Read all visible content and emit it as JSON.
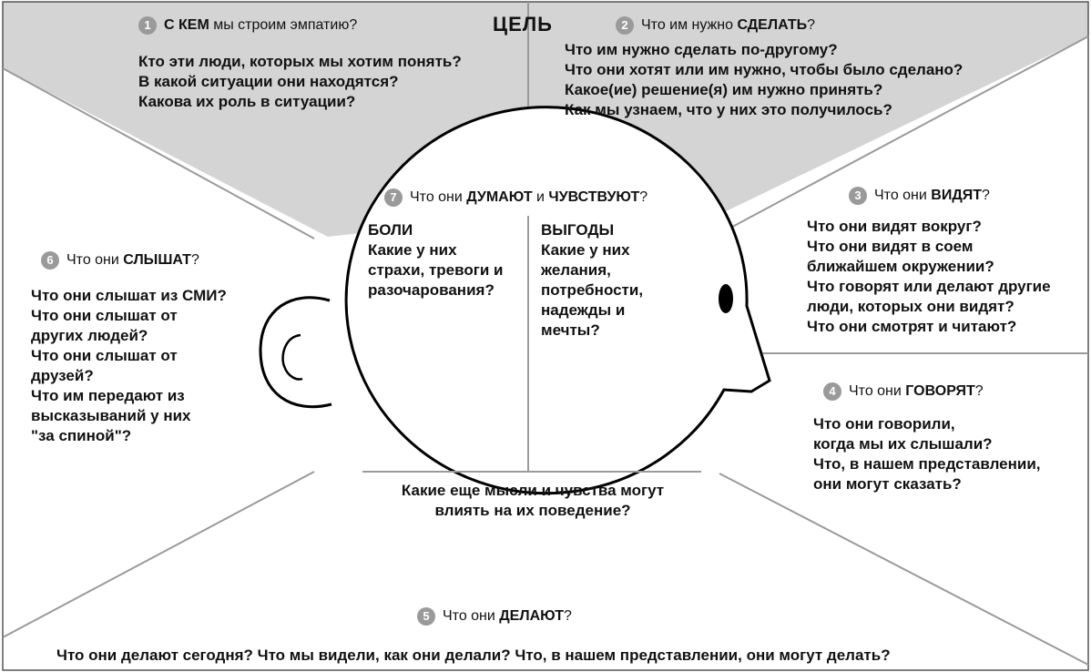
{
  "goal_label": "ЦЕЛЬ",
  "sections": {
    "who": {
      "number": "1",
      "prefix": "С",
      "emphasis": "КЕМ",
      "suffix": " мы строим эмпатию?",
      "questions": "Кто эти люди, которых мы хотим понять?\nВ какой ситуации они находятся?\nКакова их роль в ситуации?"
    },
    "do_goal": {
      "number": "2",
      "prefix": "Что им нужно ",
      "emphasis": "СДЕЛАТЬ",
      "suffix": "?",
      "questions": "Что им нужно сделать по-другому?\nЧто они хотят или им нужно, чтобы было сделано?\nКакое(ие) решение(я) им нужно принять?\nКак мы узнаем, что у них это получилось?"
    },
    "see": {
      "number": "3",
      "prefix": "Что они ",
      "emphasis": "ВИДЯТ",
      "suffix": "?",
      "questions": "Что они видят вокруг?\nЧто они видят в соем\nближайшем окружении?\nЧто говорят или делают другие\nлюди, которых они видят?\nЧто они смотрят и читают?"
    },
    "say": {
      "number": "4",
      "prefix": "Что они ",
      "emphasis": "ГОВОРЯТ",
      "suffix": "?",
      "questions": "Что они говорили,\nкогда мы их слышали?\nЧто, в нашем представлении,\nони могут сказать?"
    },
    "do": {
      "number": "5",
      "prefix": "Что они ",
      "emphasis": "ДЕЛАЮТ",
      "suffix": "?",
      "questions": "Что они делают сегодня? Что мы видели, как они делали? Что, в нашем представлении, они могут делать?"
    },
    "hear": {
      "number": "6",
      "prefix": "Что они ",
      "emphasis": "СЛЫШАТ",
      "suffix": "?",
      "questions": "Что они слышат из СМИ?\nЧто они слышат от\nдругих людей?\nЧто они слышат от\nдрузей?\nЧто им передают из\nвысказываний у них\n\"за спиной\"?"
    },
    "think": {
      "number": "7",
      "prefix": "Что они ",
      "emphasis": "ДУМАЮТ",
      "middle": " и ",
      "emphasis2": "ЧУВСТВУЮТ",
      "suffix": "?",
      "pains_title": "БОЛИ",
      "pains_text": "Какие у них\nстрахи, тревоги и\nразочарования?",
      "gains_title": "ВЫГОДЫ",
      "gains_text": "Какие у них\nжелания,\nпотребности,\nнадежды и\nмечты?",
      "other": "Какие еще мысли и чувства могут\nвлиять на их поведение?"
    }
  },
  "colors": {
    "top_fill": "#d4d4d4",
    "line": "#9a9a9a",
    "outline": "#000000",
    "badge": "#9a9a9a"
  }
}
